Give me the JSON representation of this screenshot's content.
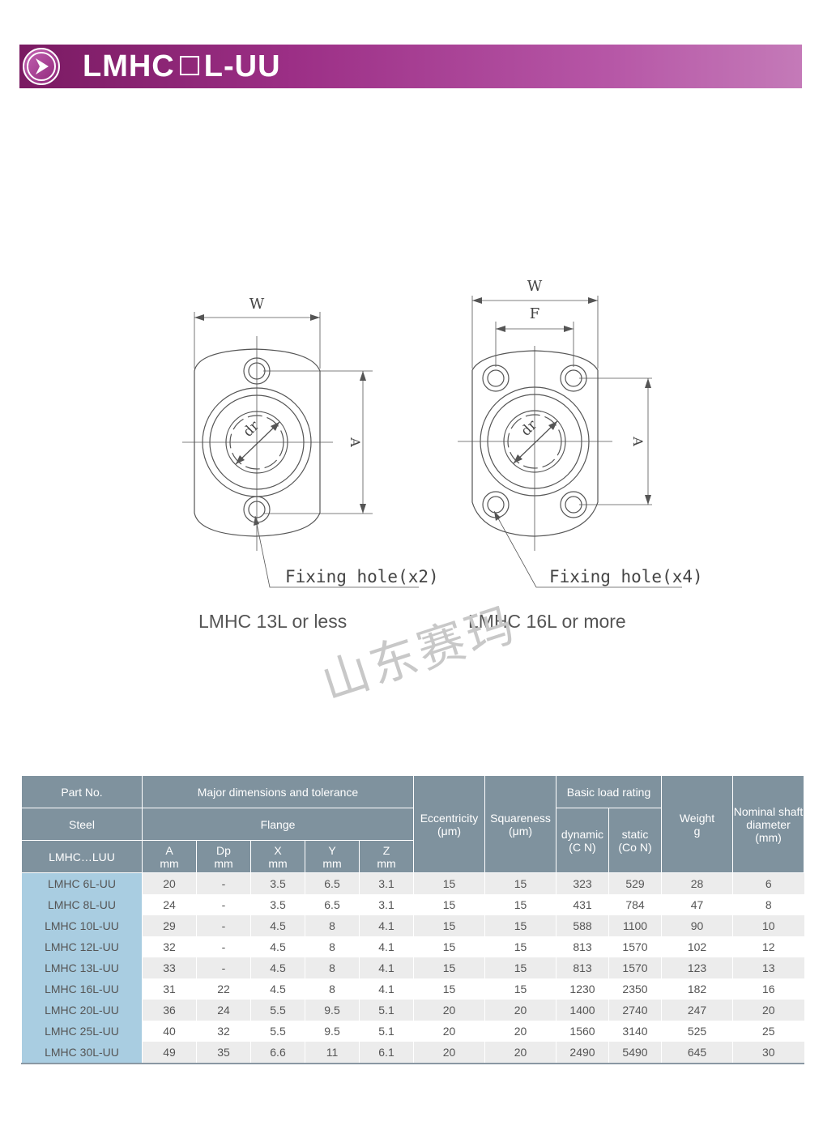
{
  "header": {
    "title_part1": "LMHC",
    "title_part2": "L-UU",
    "arrow_icon": "arrow-right-circle-icon",
    "colors": {
      "banner_start": "#7a1a62",
      "banner_end": "#c47ab8"
    }
  },
  "drawings": {
    "left": {
      "caption": "LMHC 13L or less",
      "label_w": "W",
      "label_a": "A",
      "label_dr": "dr",
      "fixing_hole": "Fixing hole(x2)"
    },
    "right": {
      "caption": "LMHC 16L or more",
      "label_w": "W",
      "label_f": "F",
      "label_a": "A",
      "label_dr": "dr",
      "fixing_hole": "Fixing hole(x4)"
    }
  },
  "watermark": "山东赛玛",
  "table": {
    "header": {
      "part_no": "Part No.",
      "major": "Major dimensions and tolerance",
      "eccentricity": "Eccentricity",
      "eccentricity_unit": "(μm)",
      "squareness": "Squareness",
      "squareness_unit": "(μm)",
      "basic_load": "Basic load rating",
      "weight": "Weight",
      "weight_unit": "g",
      "nominal": "Nominal shaft diameter",
      "nominal_unit": "(mm)",
      "steel": "Steel",
      "flange": "Flange",
      "dynamic": "dynamic",
      "dynamic_unit": "(C N)",
      "static": "static",
      "static_unit": "(Co N)",
      "lmhc": "LMHC…LUU",
      "col_a": "A",
      "col_dp": "Dp",
      "col_x": "X",
      "col_y": "Y",
      "col_z": "Z",
      "mm": "mm"
    },
    "rows": [
      [
        "LMHC 6L-UU",
        "20",
        "-",
        "3.5",
        "6.5",
        "3.1",
        "15",
        "15",
        "323",
        "529",
        "28",
        "6"
      ],
      [
        "LMHC 8L-UU",
        "24",
        "-",
        "3.5",
        "6.5",
        "3.1",
        "15",
        "15",
        "431",
        "784",
        "47",
        "8"
      ],
      [
        "LMHC 10L-UU",
        "29",
        "-",
        "4.5",
        "8",
        "4.1",
        "15",
        "15",
        "588",
        "1100",
        "90",
        "10"
      ],
      [
        "LMHC 12L-UU",
        "32",
        "-",
        "4.5",
        "8",
        "4.1",
        "15",
        "15",
        "813",
        "1570",
        "102",
        "12"
      ],
      [
        "LMHC 13L-UU",
        "33",
        "-",
        "4.5",
        "8",
        "4.1",
        "15",
        "15",
        "813",
        "1570",
        "123",
        "13"
      ],
      [
        "LMHC 16L-UU",
        "31",
        "22",
        "4.5",
        "8",
        "4.1",
        "15",
        "15",
        "1230",
        "2350",
        "182",
        "16"
      ],
      [
        "LMHC 20L-UU",
        "36",
        "24",
        "5.5",
        "9.5",
        "5.1",
        "20",
        "20",
        "1400",
        "2740",
        "247",
        "20"
      ],
      [
        "LMHC 25L-UU",
        "40",
        "32",
        "5.5",
        "9.5",
        "5.1",
        "20",
        "20",
        "1560",
        "3140",
        "525",
        "25"
      ],
      [
        "LMHC 30L-UU",
        "49",
        "35",
        "6.6",
        "11",
        "6.1",
        "20",
        "20",
        "2490",
        "5490",
        "645",
        "30"
      ]
    ]
  }
}
